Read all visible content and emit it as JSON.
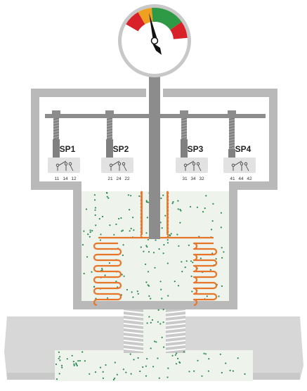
{
  "gauge": {
    "zones": [
      {
        "name": "low-red",
        "color": "#d8222a"
      },
      {
        "name": "low-orange",
        "color": "#f0a020"
      },
      {
        "name": "green",
        "color": "#2e9a45"
      },
      {
        "name": "high-red",
        "color": "#d8222a"
      }
    ]
  },
  "switches": [
    {
      "label": "SP1",
      "terminals": [
        "11",
        "14",
        "12"
      ]
    },
    {
      "label": "SP2",
      "terminals": [
        "21",
        "24",
        "22"
      ]
    },
    {
      "label": "SP3",
      "terminals": [
        "31",
        "34",
        "32"
      ]
    },
    {
      "label": "SP4",
      "terminals": [
        "41",
        "44",
        "42"
      ]
    }
  ],
  "colors": {
    "housing": "#b9b9b9",
    "housing_dark": "#8c8c8c",
    "fill": "#eef3ec",
    "dots": "#2f8a52",
    "bellows": "#e8762a",
    "base": "#d6d6d6"
  },
  "icons": [
    "pressure-gauge-icon",
    "adjustment-screw-icon",
    "microswitch-icon",
    "bellows-icon",
    "threaded-connection-icon"
  ]
}
